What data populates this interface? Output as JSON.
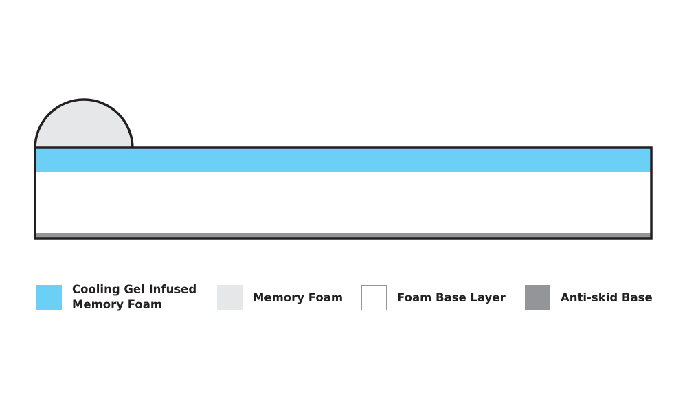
{
  "colors": {
    "cooling_gel": "#6ccff6",
    "memory_foam": "#e6e7e8",
    "foam_base": "#ffffff",
    "anti_skid": "#939598",
    "outline": "#231f20"
  },
  "legend": {
    "items": [
      {
        "label": "Cooling Gel Infused\nMemory Foam",
        "color_key": "cooling_gel"
      },
      {
        "label": "Memory Foam",
        "color_key": "memory_foam"
      },
      {
        "label": "Foam Base Layer",
        "color_key": "foam_base"
      },
      {
        "label": "Anti-skid Base",
        "color_key": "anti_skid"
      }
    ]
  }
}
